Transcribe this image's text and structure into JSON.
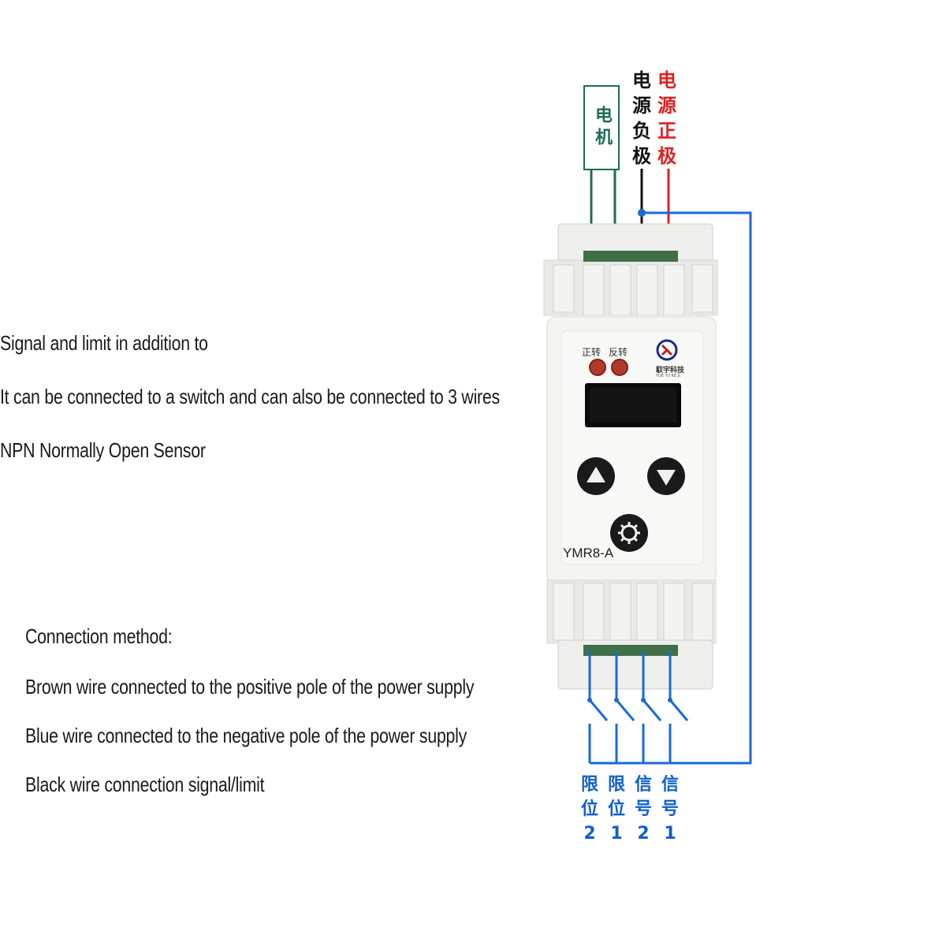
{
  "notes_top": [
    "Signal and limit in addition to",
    "It can be connected to a switch and can also be connected to 3 wires",
    "NPN Normally Open Sensor"
  ],
  "notes_bottom": {
    "heading": "Connection method:",
    "lines": [
      "Brown wire connected to the positive pole of the power supply",
      "Blue wire connected to the negative pole of the power supply",
      "Black wire connection signal/limit"
    ]
  },
  "motor_label": "电机",
  "power_negative_label": "电源负极",
  "power_positive_label": "电源正极",
  "device": {
    "led_forward": "正转",
    "led_reverse": "反转",
    "brand": "馭宇科技",
    "brand_pinyin": "YUE YU KE JI",
    "model": "YMR8-A"
  },
  "terminals_bottom": [
    {
      "text": "限位",
      "num": "2"
    },
    {
      "text": "限位",
      "num": "1"
    },
    {
      "text": "信号",
      "num": "2"
    },
    {
      "text": "信号",
      "num": "1"
    }
  ],
  "colors": {
    "motor": "#1f6b56",
    "negative": "#111111",
    "positive": "#e02020",
    "signal_wire": "#1a6ad8",
    "label_blue": "#0f5fd0"
  }
}
